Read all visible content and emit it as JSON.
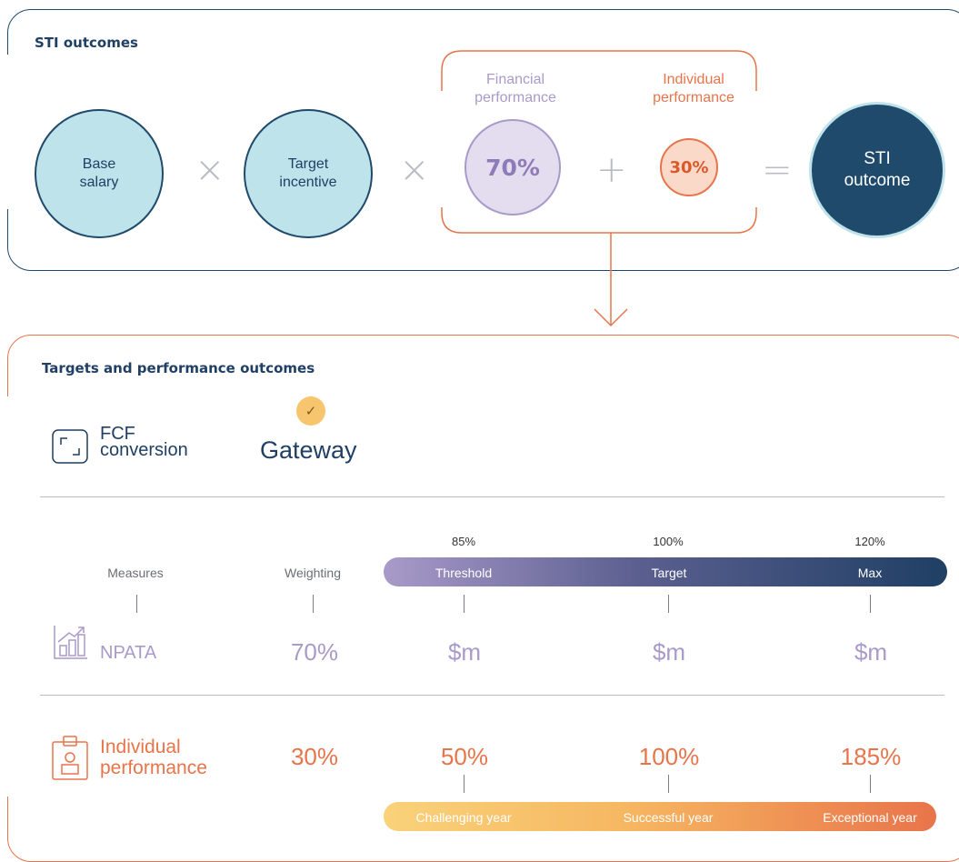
{
  "sti": {
    "title": "STI outcomes",
    "base": "Base\nsalary",
    "target_incentive": "Target\nincentive",
    "financial_label": "Financial\nperformance",
    "individual_label": "Individual\nperformance",
    "financial_pct": "70%",
    "individual_pct": "30%",
    "outcome": "STI\noutcome",
    "ops": {
      "times": "×",
      "plus": "+",
      "equals": "="
    }
  },
  "targets": {
    "title": "Targets and performance outcomes",
    "gateway_measure": "FCF\nconversion",
    "gateway_label": "Gateway",
    "check": "✓",
    "col_measures": "Measures",
    "col_weighting": "Weighting",
    "bar_pcts": [
      "85%",
      "100%",
      "120%"
    ],
    "bar_labels": [
      "Threshold",
      "Target",
      "Max"
    ],
    "npata": {
      "name": "NPATA",
      "weight": "70%",
      "values": [
        "$m",
        "$m",
        "$m"
      ]
    },
    "individual": {
      "name": "Individual\nperformance",
      "weight": "30%",
      "values": [
        "50%",
        "100%",
        "185%"
      ]
    },
    "year_labels": [
      "Challenging year",
      "Successful year",
      "Exceptional year"
    ]
  },
  "colors": {
    "navy": "#1f4a6b",
    "light_blue": "#bfe3ea",
    "purple": "#a99ac9",
    "orange": "#e8744a",
    "gold": "#f6c56e"
  }
}
